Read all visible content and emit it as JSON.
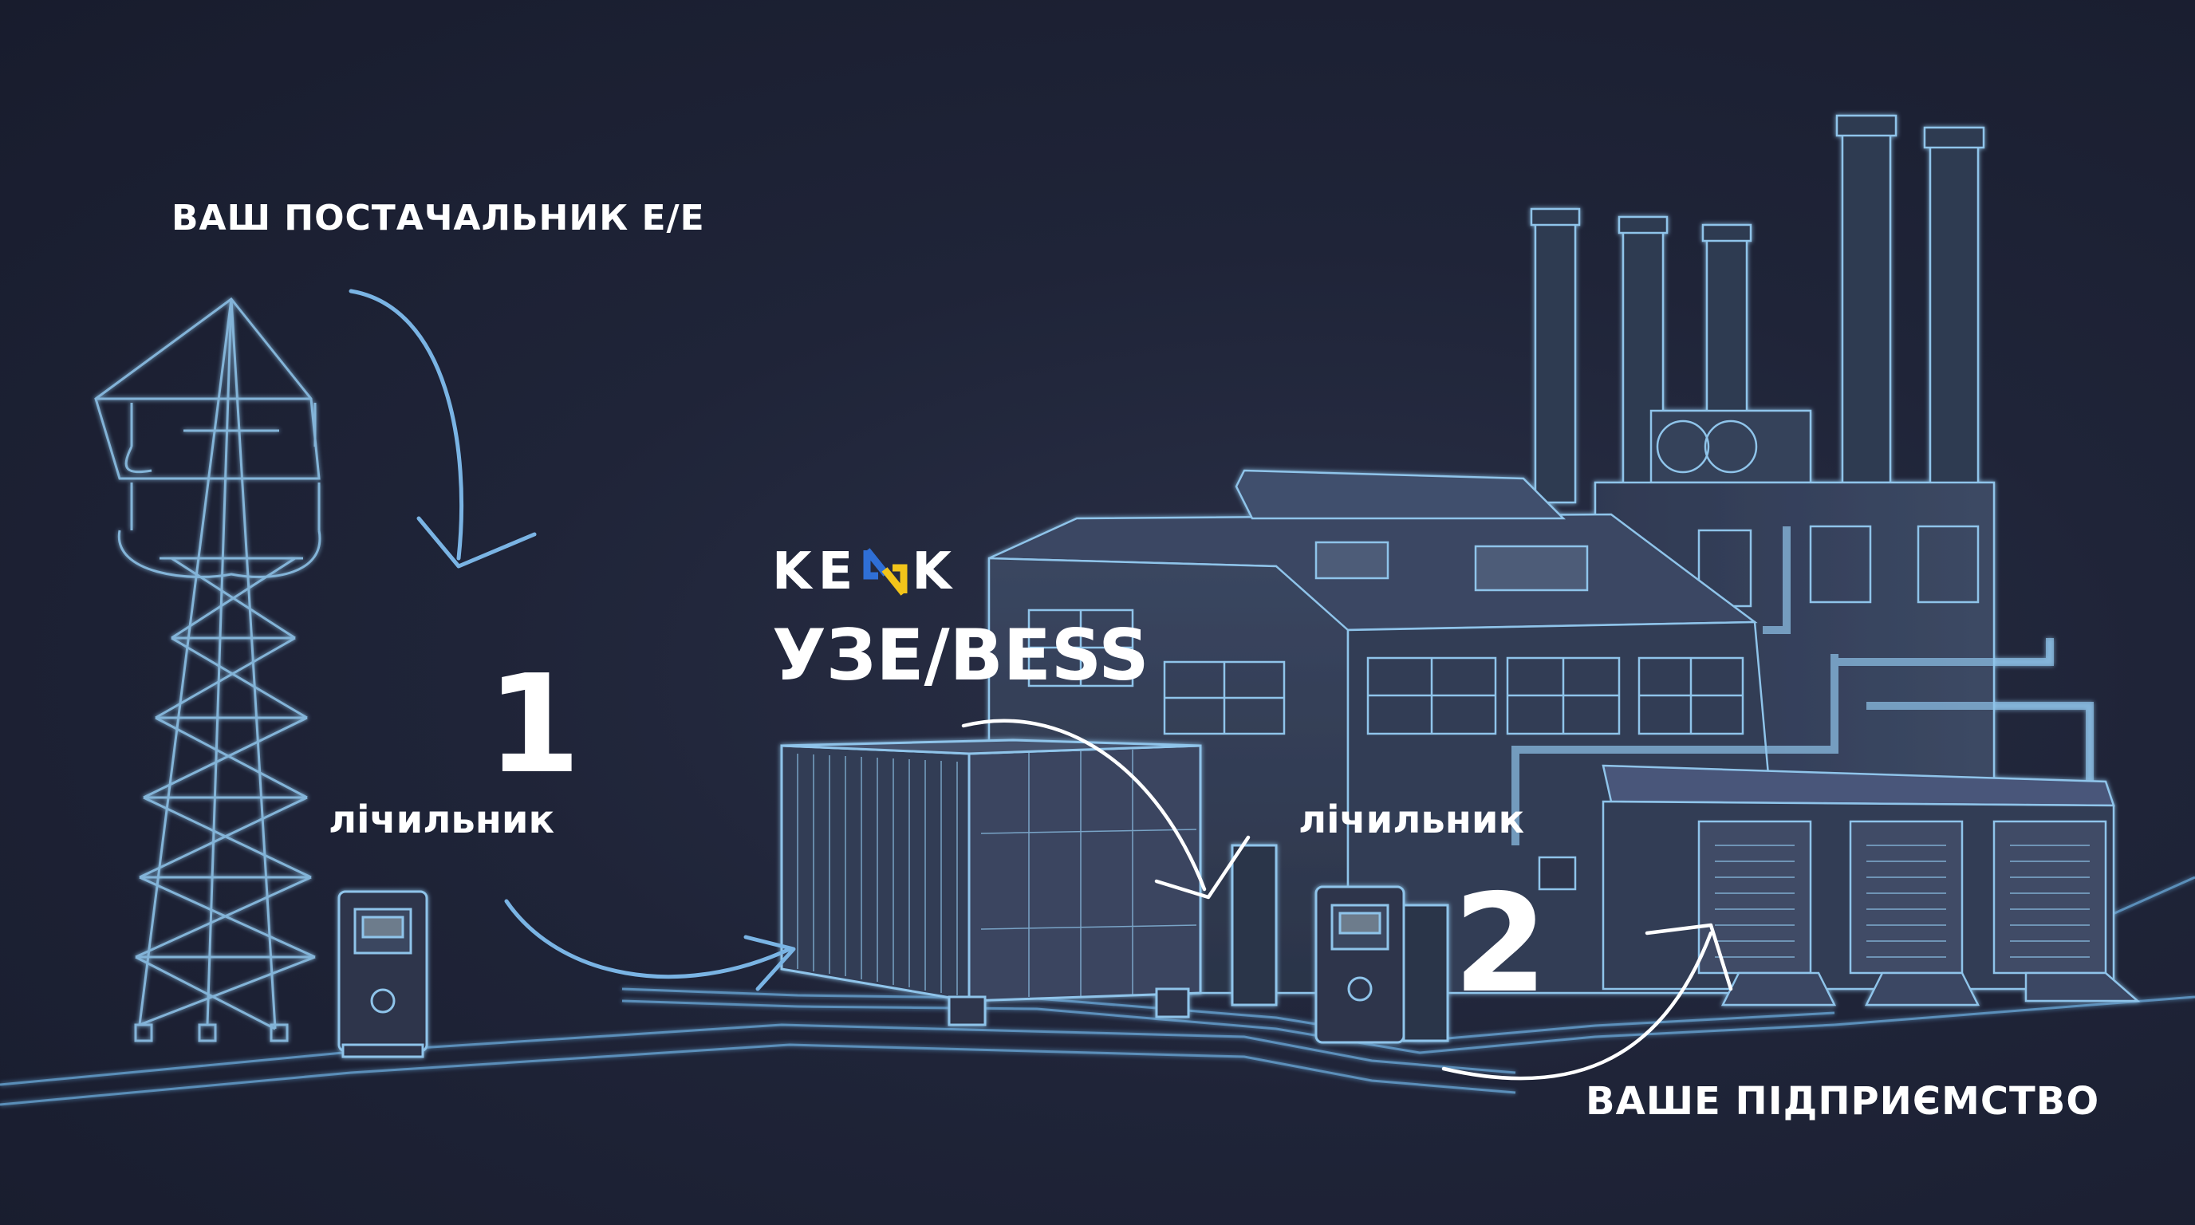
{
  "labels": {
    "supplier": "ВАШ ПОСТАЧАЛЬНИК Е/Е",
    "meter_number_1": "1",
    "meter_label_1": "лічильник",
    "meter_label_2": "лічильник",
    "meter_number_2": "2",
    "bess": "УЗЕ/BESS",
    "enterprise": "ВАШЕ ПІДПРИЄМСТВО"
  },
  "logo": {
    "left": "KE",
    "right": "K",
    "mark_colors": [
      "#2f6fd6",
      "#f2c41a"
    ]
  },
  "colors": {
    "background": "#1f2438",
    "wireframe": "#8fc4ea",
    "arrow": "#7ab4e4",
    "arrow_white": "#ffffff",
    "text": "#ffffff"
  }
}
